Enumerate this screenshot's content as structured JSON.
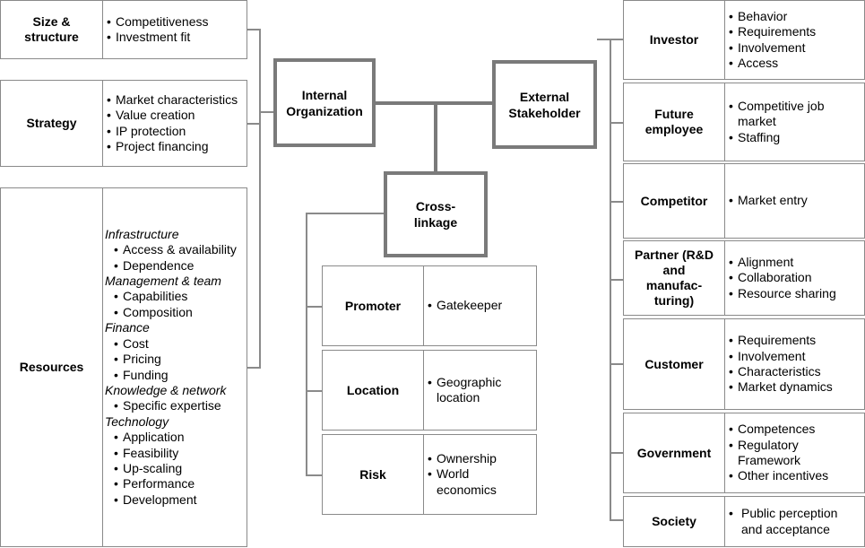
{
  "hubs": {
    "internal": "Internal Organization",
    "external": "External Stakeholder",
    "cross": "Cross-linkage"
  },
  "internal": {
    "size": {
      "label": "Size & structure",
      "items": [
        "Competitiveness",
        "Investment fit"
      ]
    },
    "strategy": {
      "label": "Strategy",
      "items": [
        "Market characteristics",
        "Value creation",
        "IP protection",
        "Project financing"
      ]
    },
    "resources": {
      "label": "Resources",
      "groups": [
        {
          "title": "Infrastructure",
          "items": [
            "Access & availability",
            "Dependence"
          ]
        },
        {
          "title": "Management & team",
          "items": [
            "Capabilities",
            "Composition"
          ]
        },
        {
          "title": "Finance",
          "items": [
            "Cost",
            "Pricing",
            "Funding"
          ]
        },
        {
          "title": "Knowledge & network",
          "items": [
            "Specific expertise"
          ]
        },
        {
          "title": "Technology",
          "items": [
            "Application",
            "Feasibility",
            "Up-scaling",
            "Performance",
            "Development"
          ]
        }
      ]
    }
  },
  "cross_linkage": {
    "promoter": {
      "label": "Promoter",
      "items": [
        "Gatekeeper"
      ]
    },
    "location": {
      "label": "Location",
      "items": [
        "Geographic location"
      ]
    },
    "risk": {
      "label": "Risk",
      "items": [
        "Ownership",
        "World economics"
      ]
    }
  },
  "external": {
    "investor": {
      "label": "Investor",
      "items": [
        "Behavior",
        "Requirements",
        "Involvement",
        "Access"
      ]
    },
    "future_employee": {
      "label": "Future employee",
      "items": [
        "Competitive job market",
        "Staffing"
      ]
    },
    "competitor": {
      "label": "Competitor",
      "items": [
        "Market entry"
      ]
    },
    "partner": {
      "label": "Partner (R&D and manufac-turing)",
      "items": [
        "Alignment",
        "Collaboration",
        "Resource sharing"
      ]
    },
    "customer": {
      "label": "Customer",
      "items": [
        "Requirements",
        "Involvement",
        "Characteristics",
        "Market dynamics"
      ]
    },
    "government": {
      "label": "Government",
      "items": [
        "Competences",
        "Regulatory Framework",
        "Other incentives"
      ]
    },
    "society": {
      "label": "Society",
      "items": [
        "Public perception and acceptance"
      ]
    }
  }
}
